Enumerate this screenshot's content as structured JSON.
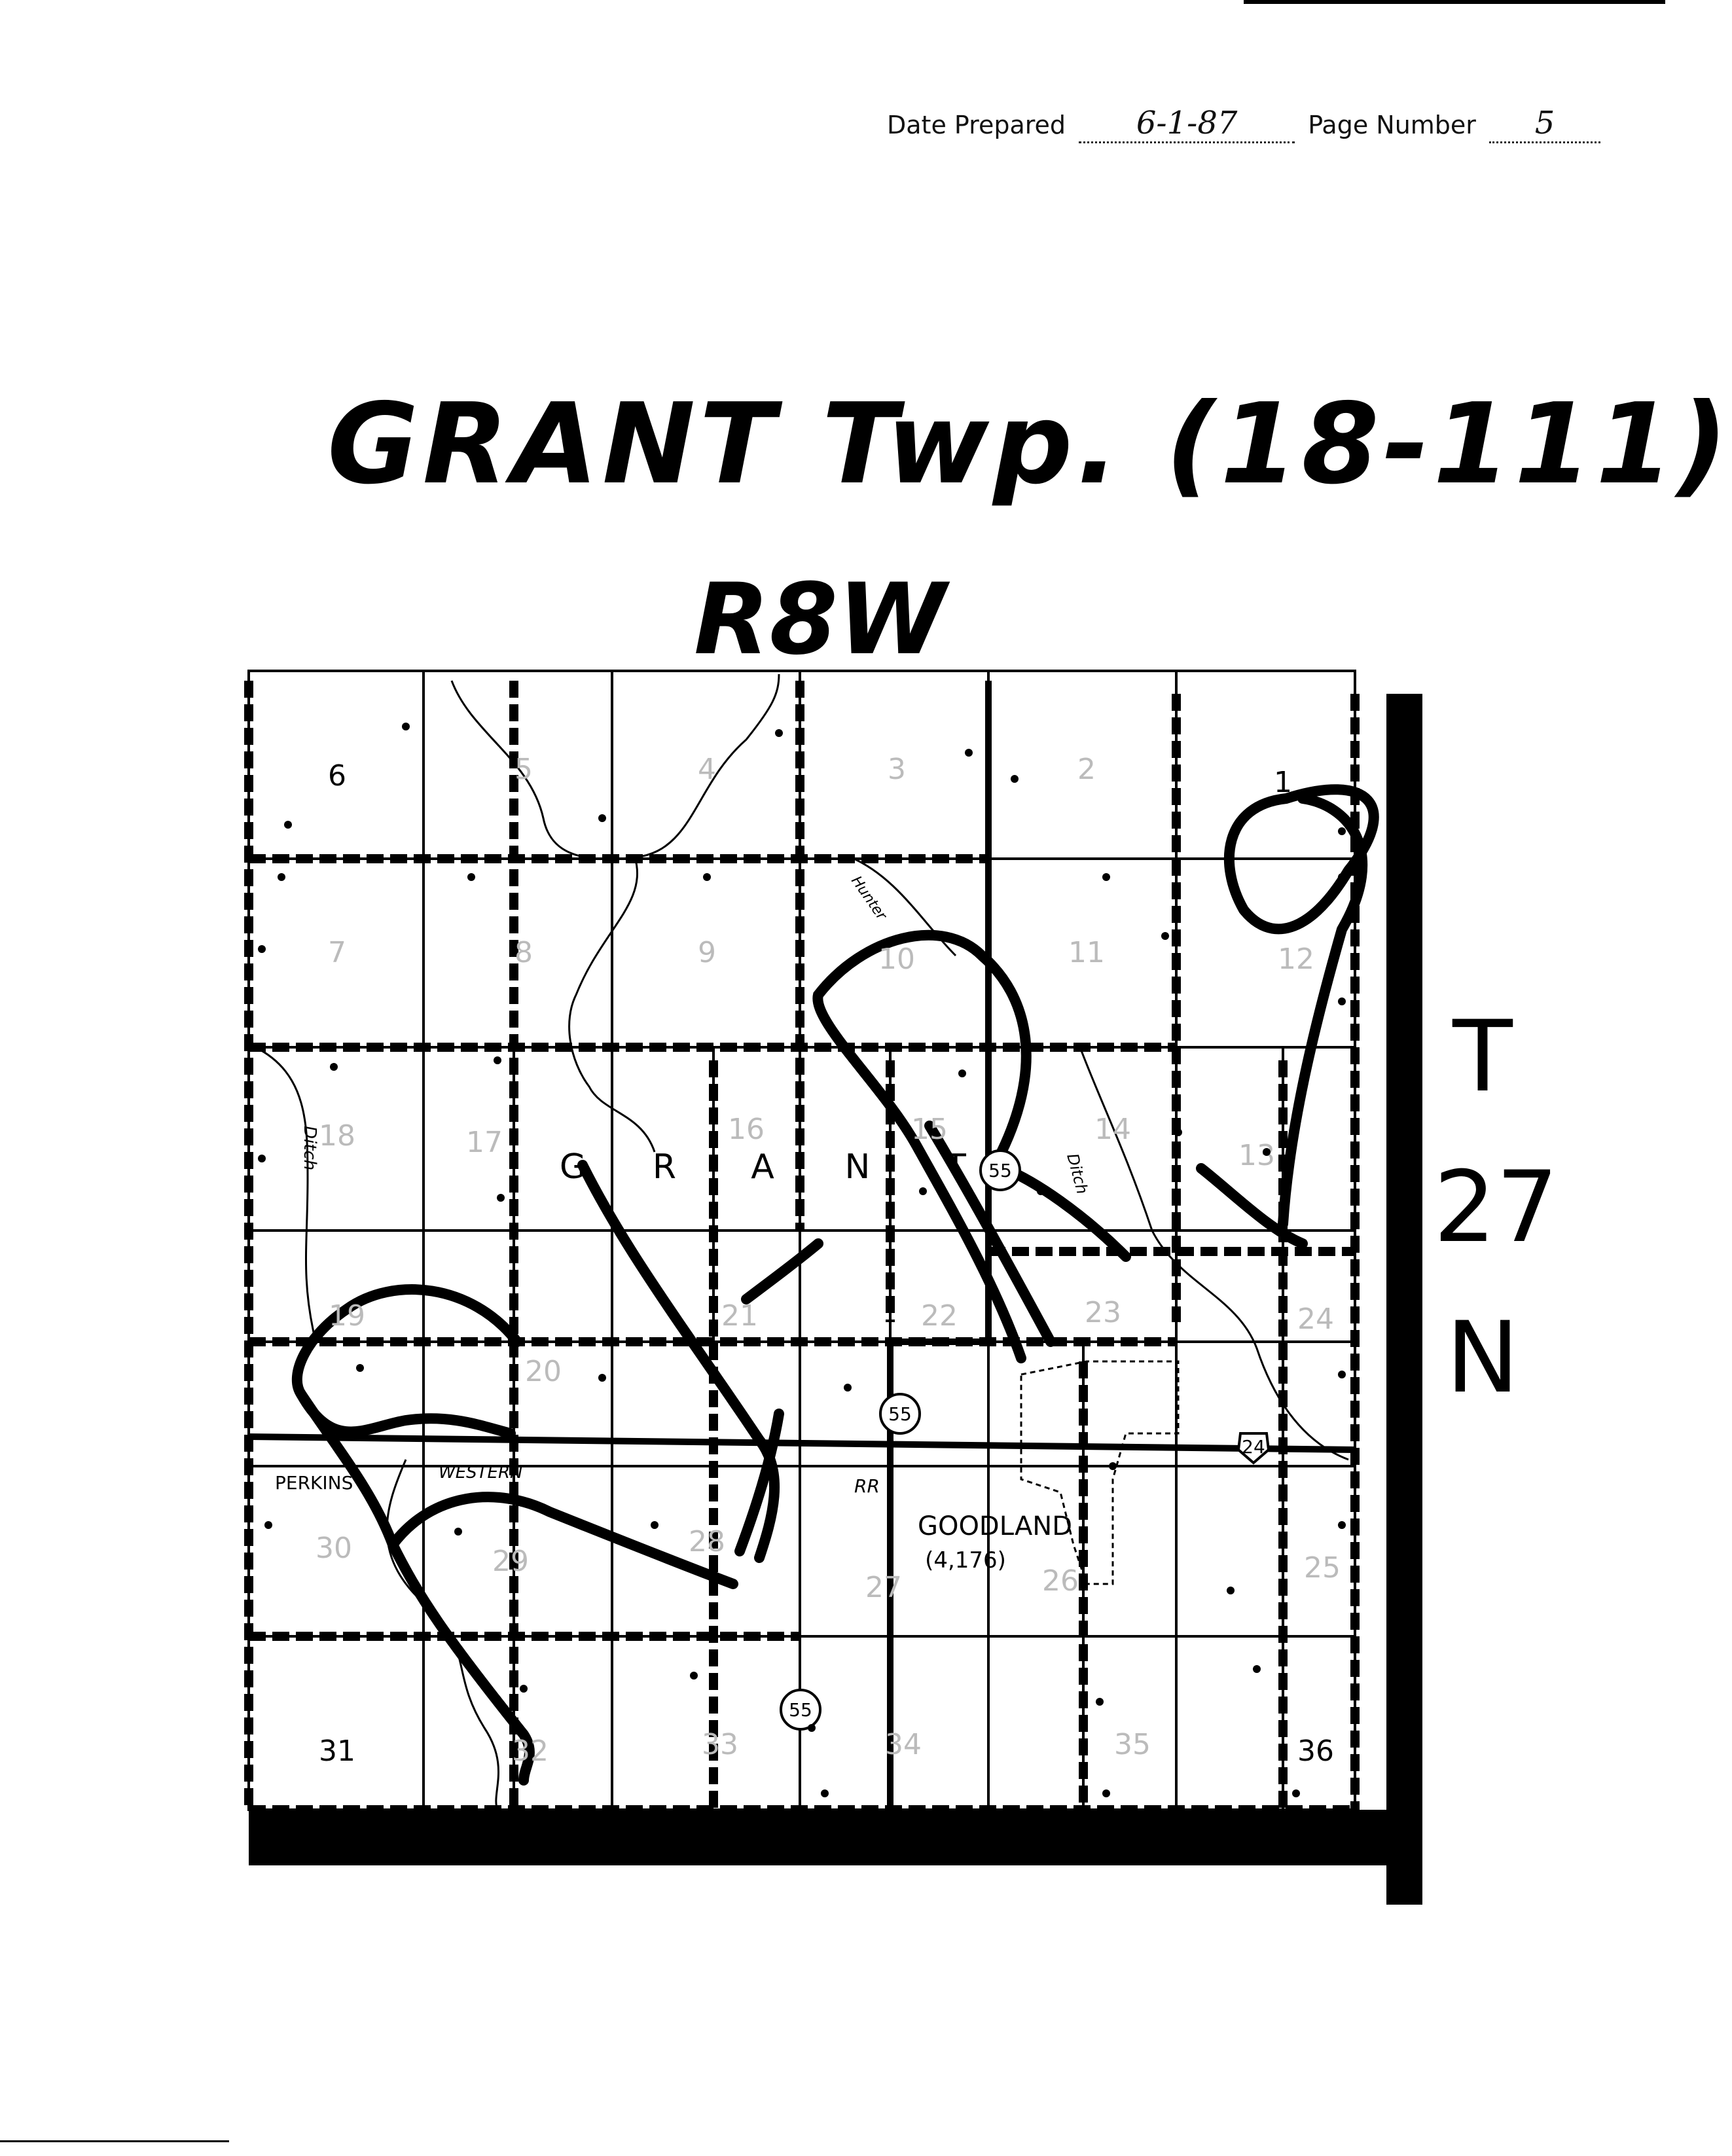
{
  "header": {
    "date_label": "Date Prepared",
    "date_value": "6-1-87",
    "page_label": "Page Number",
    "page_value": "5"
  },
  "title": "GRANT Twp. (18-111)",
  "range": "R8W",
  "township": [
    "T",
    "27",
    "N"
  ],
  "map": {
    "township_name": [
      "G",
      "R",
      "A",
      "N",
      "T"
    ],
    "sections": [
      "6",
      "5",
      "4",
      "3",
      "2",
      "1",
      "7",
      "8",
      "9",
      "10",
      "11",
      "12",
      "18",
      "17",
      "16",
      "15",
      "14",
      "13",
      "19",
      "20",
      "21",
      "22",
      "23",
      "24",
      "30",
      "29",
      "28",
      "27",
      "26",
      "25",
      "31",
      "32",
      "33",
      "34",
      "35",
      "36"
    ],
    "town": "GOODLAND",
    "town_population": "(4,176)",
    "place_perkins": "PERKINS",
    "railroad_label": "WESTERN",
    "rr_label": "RR",
    "creek_label": "Hunter",
    "ditch_labels": [
      "Ditch",
      "Ditch"
    ],
    "highway_55": "55",
    "highway_24": "24"
  }
}
